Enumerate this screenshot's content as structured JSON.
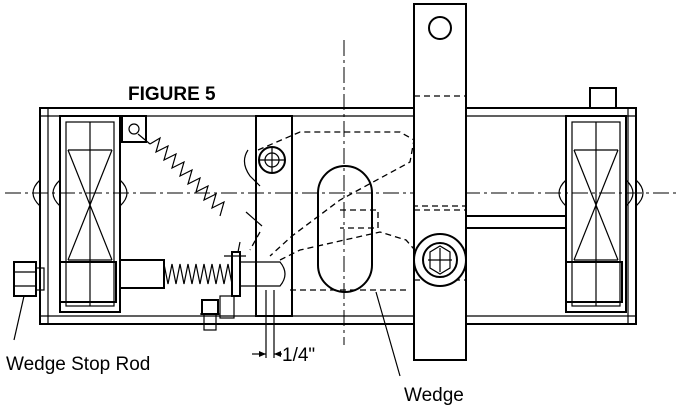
{
  "figure": {
    "title": "FIGURE 5",
    "labels": {
      "wedge_stop_rod": "Wedge Stop Rod",
      "wedge": "Wedge",
      "gap": "1/4\""
    }
  }
}
